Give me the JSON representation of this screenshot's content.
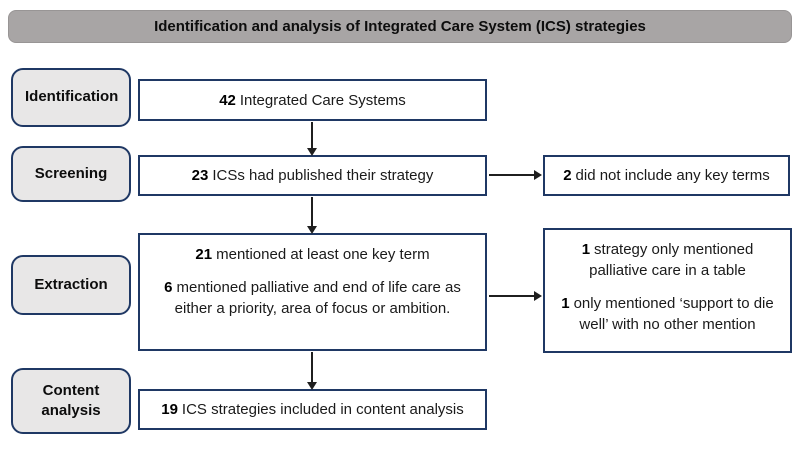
{
  "title": "Identification and analysis of Integrated Care System (ICS) strategies",
  "colors": {
    "title_bar_bg": "#a8a5a5",
    "box_border_navy": "#1f3864",
    "stage_label_bg": "#e8e7e7",
    "box_bg": "#ffffff",
    "arrow": "#1f1f1f"
  },
  "stages": [
    {
      "label": "Identification"
    },
    {
      "label": "Screening"
    },
    {
      "label": "Extraction"
    },
    {
      "label": "Content analysis"
    }
  ],
  "boxes": {
    "identification": {
      "number": "42",
      "text": "Integrated Care Systems"
    },
    "screening": {
      "number": "23",
      "text": "ICSs had published their strategy"
    },
    "screening_excluded": {
      "number": "2",
      "text": "did not include any key terms"
    },
    "extraction": {
      "lines": [
        {
          "number": "21",
          "text": "mentioned at least one key term"
        },
        {
          "number": "6",
          "text": "mentioned palliative and end of life care as either a priority, area of focus or ambition."
        }
      ]
    },
    "extraction_excluded": {
      "lines": [
        {
          "number": "1",
          "text": "strategy only mentioned palliative care in a table"
        },
        {
          "number": "1",
          "text": "only mentioned ‘support to die well’ with no other mention"
        }
      ]
    },
    "content_analysis": {
      "number": "19",
      "text": "ICS strategies included in content analysis"
    }
  }
}
